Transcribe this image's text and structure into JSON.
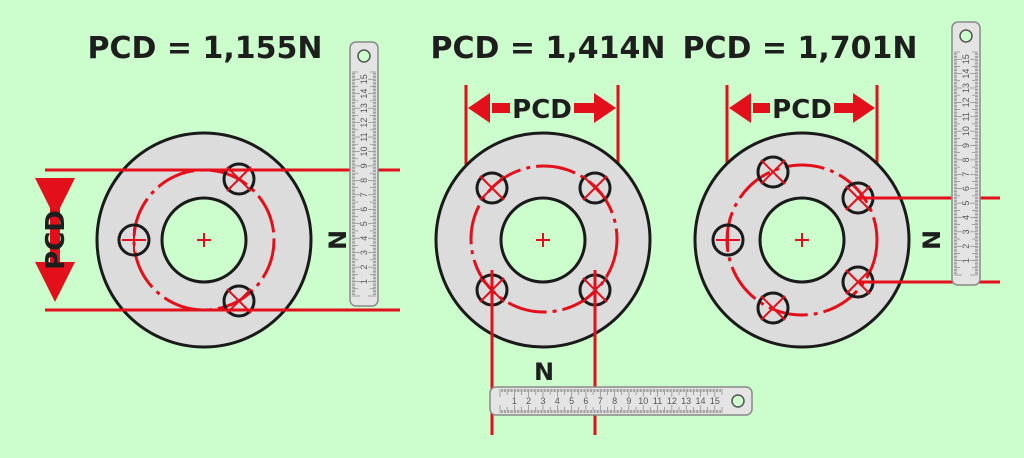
{
  "colors": {
    "background": "#ccfdcc",
    "red": "#e3101c",
    "flange": "#dcdcdc",
    "outline": "#1a1a1a"
  },
  "panels": [
    {
      "title": "PCD = 1,155N",
      "pcd_label": "PCD",
      "n_label": "N",
      "holes": 3
    },
    {
      "title": "PCD = 1,414N",
      "pcd_label": "PCD",
      "n_label": "N",
      "holes": 4
    },
    {
      "title": "PCD = 1,701N",
      "pcd_label": "PCD",
      "n_label": "N",
      "holes": 5
    }
  ],
  "ruler": {
    "numbers": [
      "1",
      "2",
      "3",
      "4",
      "5",
      "6",
      "7",
      "8",
      "9",
      "10",
      "11",
      "12",
      "13",
      "14",
      "15"
    ]
  }
}
